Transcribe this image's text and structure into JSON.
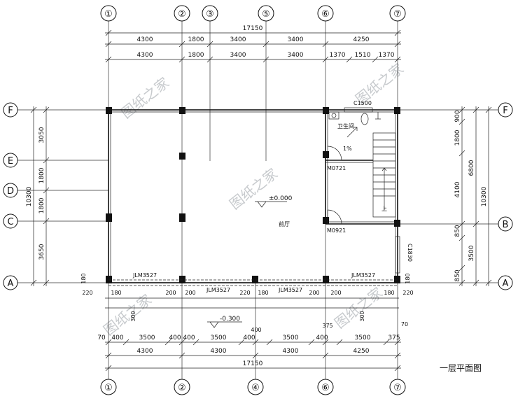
{
  "drawing": {
    "title": "一层平面图",
    "grid_top": [
      "①",
      "②",
      "③",
      "⑤",
      "⑥",
      "⑦"
    ],
    "grid_bottom": [
      "①",
      "②",
      "④",
      "⑥",
      "⑦"
    ],
    "grid_rows": [
      "F",
      "E",
      "D",
      "C",
      "A"
    ],
    "grid_rows_right": [
      "F",
      "B",
      "A"
    ],
    "top_total": "17150",
    "top_row1": [
      "4300",
      "1800",
      "3400",
      "3400",
      "4250"
    ],
    "top_row2": [
      "4300",
      "1800",
      "3400",
      "3400",
      "1370",
      "1510",
      "1370"
    ],
    "bottom_total": "17150",
    "bottom_row1": [
      "4300",
      "4300",
      "4300",
      "4250"
    ],
    "bottom_row2": [
      "70",
      "400",
      "3500",
      "400",
      "400",
      "3500",
      "400",
      "3500",
      "400",
      "3500",
      "375"
    ],
    "bottom_pier_labels": [
      "220",
      "180",
      "200",
      "200",
      "220",
      "180",
      "200",
      "200",
      "180",
      "220"
    ],
    "left_total": "10300",
    "left_dims": [
      "3050",
      "1800",
      "1800",
      "3650"
    ],
    "right_total": "10300",
    "right_mid": "6800",
    "right_dims": [
      "900",
      "1800",
      "4100",
      "850",
      "3500",
      "850"
    ],
    "small_dims": [
      "180",
      "180",
      "300",
      "300",
      "400",
      "375",
      "70"
    ],
    "labels": {
      "window_top": "C1500",
      "toilet": "卫生间",
      "slope": "1%",
      "door1": "M0721",
      "door2": "M0921",
      "elevation": "±0.000",
      "hall": "前厅",
      "stair": "上",
      "window_right": "C1830",
      "beam_left": "JLM3527",
      "beam_right": "JLM3527",
      "beam_mid1": "JLM3527",
      "beam_mid2": "JLM3527",
      "outdoor_elev": "-0.300"
    },
    "watermark": "图纸之家"
  }
}
